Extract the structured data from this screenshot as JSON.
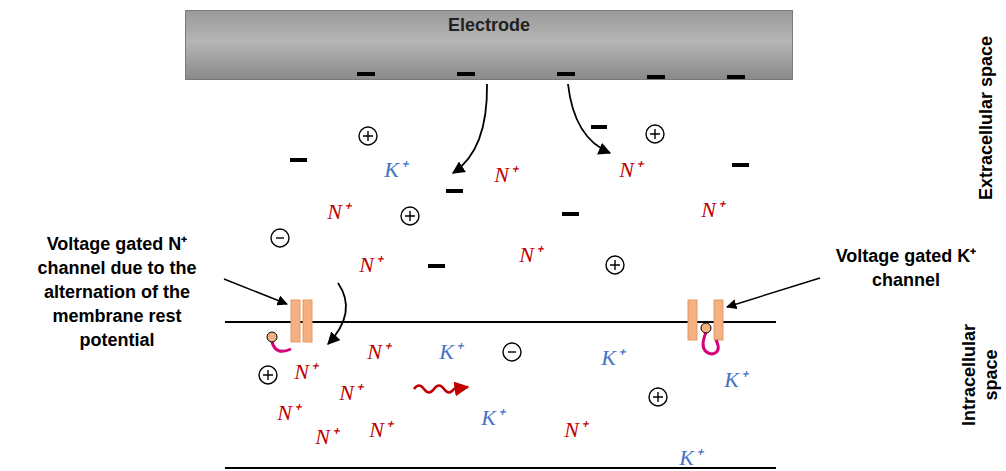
{
  "diagram": {
    "nodes": [
      {
        "text": [
          "Electrode"
        ]
      }
    ],
    "labels": [
      "Extracellular space",
      "Intracellular space",
      "Voltage gated N⁺ channel due to the alternation of the membrane rest potential",
      "Voltage gated K⁺ channel",
      "K⁺",
      "N⁺",
      "N⁺",
      "N⁺",
      "N⁺",
      "N⁺",
      "N⁺",
      "N⁺",
      "K⁺",
      "K⁺",
      "N⁺",
      "K⁺",
      "N⁺",
      "N⁺",
      "K⁺",
      "N⁺",
      "N⁺",
      "N⁺",
      "K⁺"
    ]
  }
}
